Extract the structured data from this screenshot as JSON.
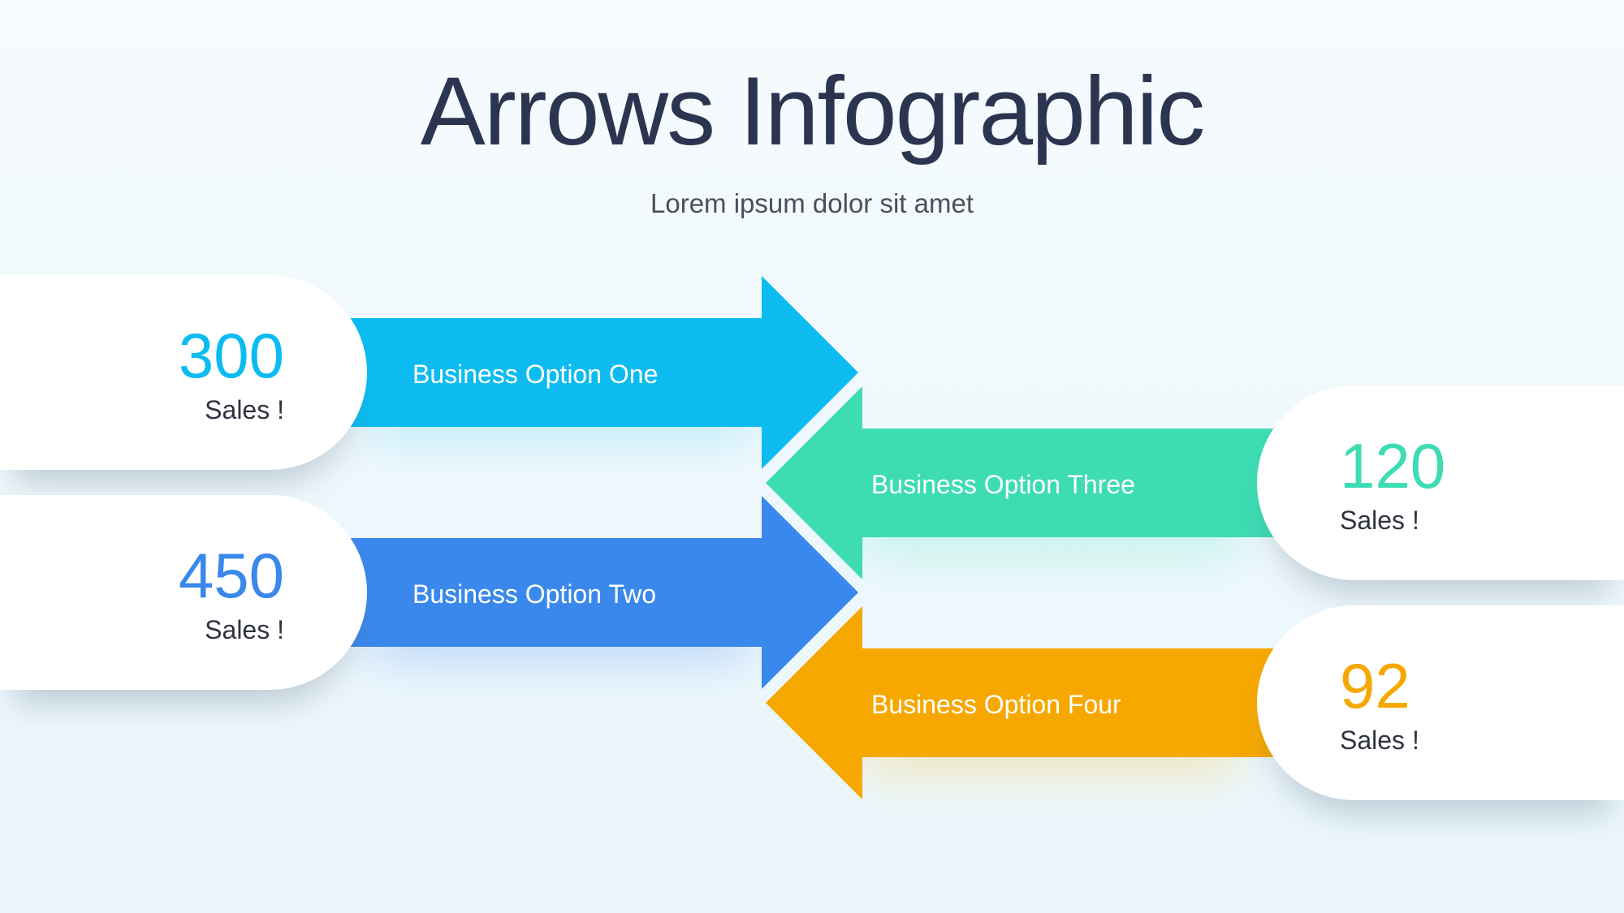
{
  "header": {
    "title": "Arrows Infographic",
    "subtitle": "Lorem ipsum dolor sit amet"
  },
  "options": [
    {
      "label": "Business Option One",
      "value": "300",
      "suffix": "Sales !",
      "color": "#0cbcf1",
      "direction": "right"
    },
    {
      "label": "Business Option Two",
      "value": "450",
      "suffix": "Sales !",
      "color": "#3a88ec",
      "direction": "right"
    },
    {
      "label": "Business Option Three",
      "value": "120",
      "suffix": "Sales !",
      "color": "#3ddcb3",
      "direction": "left"
    },
    {
      "label": "Business Option Four",
      "value": "92",
      "suffix": "Sales !",
      "color": "#f6a800",
      "direction": "left"
    }
  ]
}
